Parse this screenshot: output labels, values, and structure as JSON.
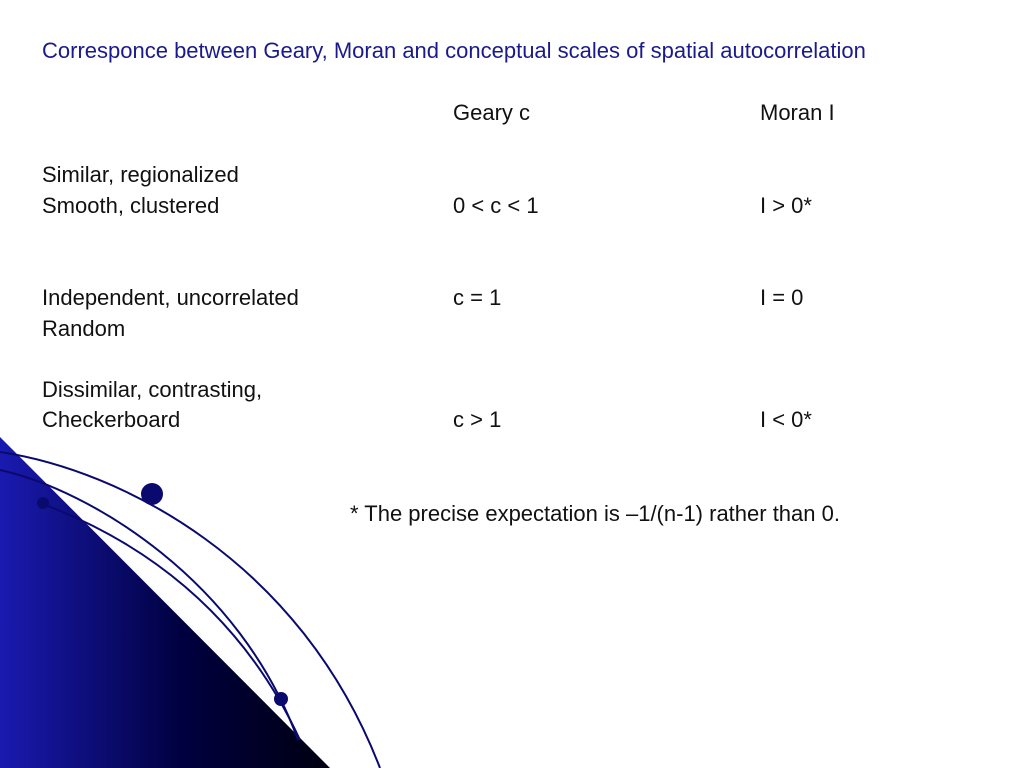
{
  "slide": {
    "title": "Corresponce between Geary, Moran and conceptual scales of spatial autocorrelation",
    "headers": {
      "geary": "Geary c",
      "moran": "Moran I"
    },
    "rows": [
      {
        "concept_line1": "Similar, regionalized",
        "concept_line2": "Smooth, clustered",
        "geary": "0 < c < 1",
        "moran": "I > 0*"
      },
      {
        "concept_line1": "Independent, uncorrelated",
        "concept_line2": "Random",
        "geary": "c = 1",
        "moran": "I = 0"
      },
      {
        "concept_line1": "Dissimilar, contrasting,",
        "concept_line2": "Checkerboard",
        "geary": "c > 1",
        "moran": "I < 0*"
      }
    ],
    "footnote": "* The precise expectation is –1/(n-1) rather than 0."
  },
  "colors": {
    "title": "#1a1a8c",
    "text": "#111111",
    "decor_dark": "#000010",
    "decor_blue": "#1a1ab0",
    "decor_line": "#0a0a6e"
  }
}
